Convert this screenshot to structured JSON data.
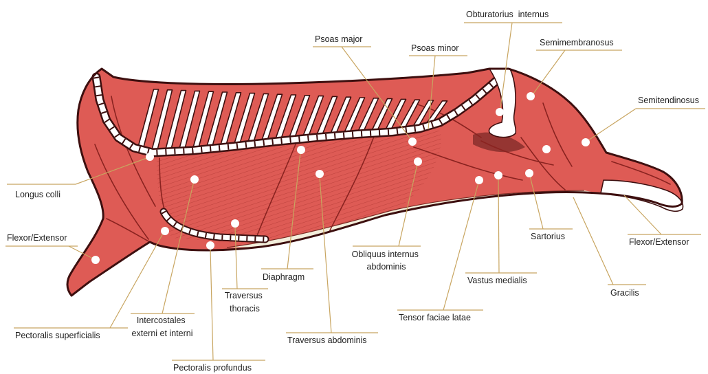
{
  "labels": {
    "obturatorius_internus": "Obturatorius  internus",
    "semimembranosus": "Semimembranosus",
    "semitendinosus": "Semitendinosus",
    "psoas_major": "Psoas major",
    "psoas_minor": "Psoas minor",
    "longus_colli": "Longus colli",
    "flexor_extensor_fore": "Flexor/Extensor",
    "flexor_extensor_hind": "Flexor/Extensor",
    "sartorius": "Sartorius",
    "gracilis": "Gracilis",
    "vastus_medialis": "Vastus medialis",
    "obliquus_internus_abdominis": [
      "Obliquus internus",
      "abdominis"
    ],
    "diaphragm": "Diaphragm",
    "traversus_thoracis": [
      "Traversus",
      "thoracis"
    ],
    "intercostales": [
      "Intercostales",
      "externi et interni"
    ],
    "pectoralis_superficialis": "Pectoralis superficialis",
    "traversus_abdominis": "Traversus abdominis",
    "tensor_faciae_latae": "Tensor faciae latae",
    "pectoralis_profundus": "Pectoralis profundus"
  },
  "colors": {
    "muscle": "#de5b55",
    "outline": "#3d0f0f",
    "bone": "#ffffff",
    "leader": "#c8a560",
    "fat": "#f3eedb"
  }
}
